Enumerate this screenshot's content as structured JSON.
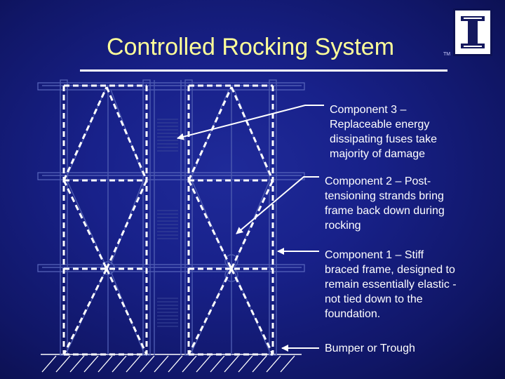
{
  "slide": {
    "title": "Controlled Rocking System",
    "logo_mark": "I",
    "logo_tm": "TM"
  },
  "components": [
    {
      "id": "component-3",
      "lines": [
        "Component 3 –",
        "Replaceable energy",
        "dissipating fuses take",
        "majority of damage"
      ]
    },
    {
      "id": "component-2",
      "lines": [
        "Component 2 – Post-",
        "tensioning strands bring",
        "frame back down during",
        "rocking"
      ]
    },
    {
      "id": "component-1",
      "lines": [
        "Component 1 – Stiff",
        "braced frame, designed to",
        "remain essentially elastic -",
        "not tied down to the",
        "foundation."
      ]
    },
    {
      "id": "bumper",
      "lines": [
        "Bumper or Trough"
      ]
    }
  ],
  "colors": {
    "background": "#18218a",
    "title": "#ffff99",
    "text": "#ffffff",
    "steel": "#4d5bb0"
  }
}
